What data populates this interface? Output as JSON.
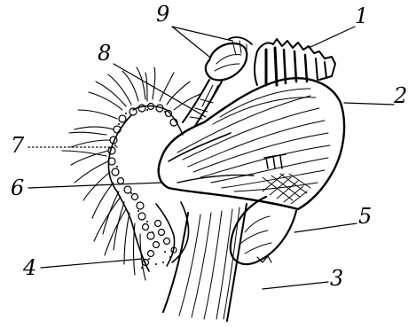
{
  "callouts": {
    "n1": "1",
    "n2": "2",
    "n3": "3",
    "n4": "4",
    "n5": "5",
    "n6": "6",
    "n7": "7",
    "n8": "8",
    "n9": "9"
  },
  "colors": {
    "ink": "#000000",
    "paper": "#ffffff"
  }
}
